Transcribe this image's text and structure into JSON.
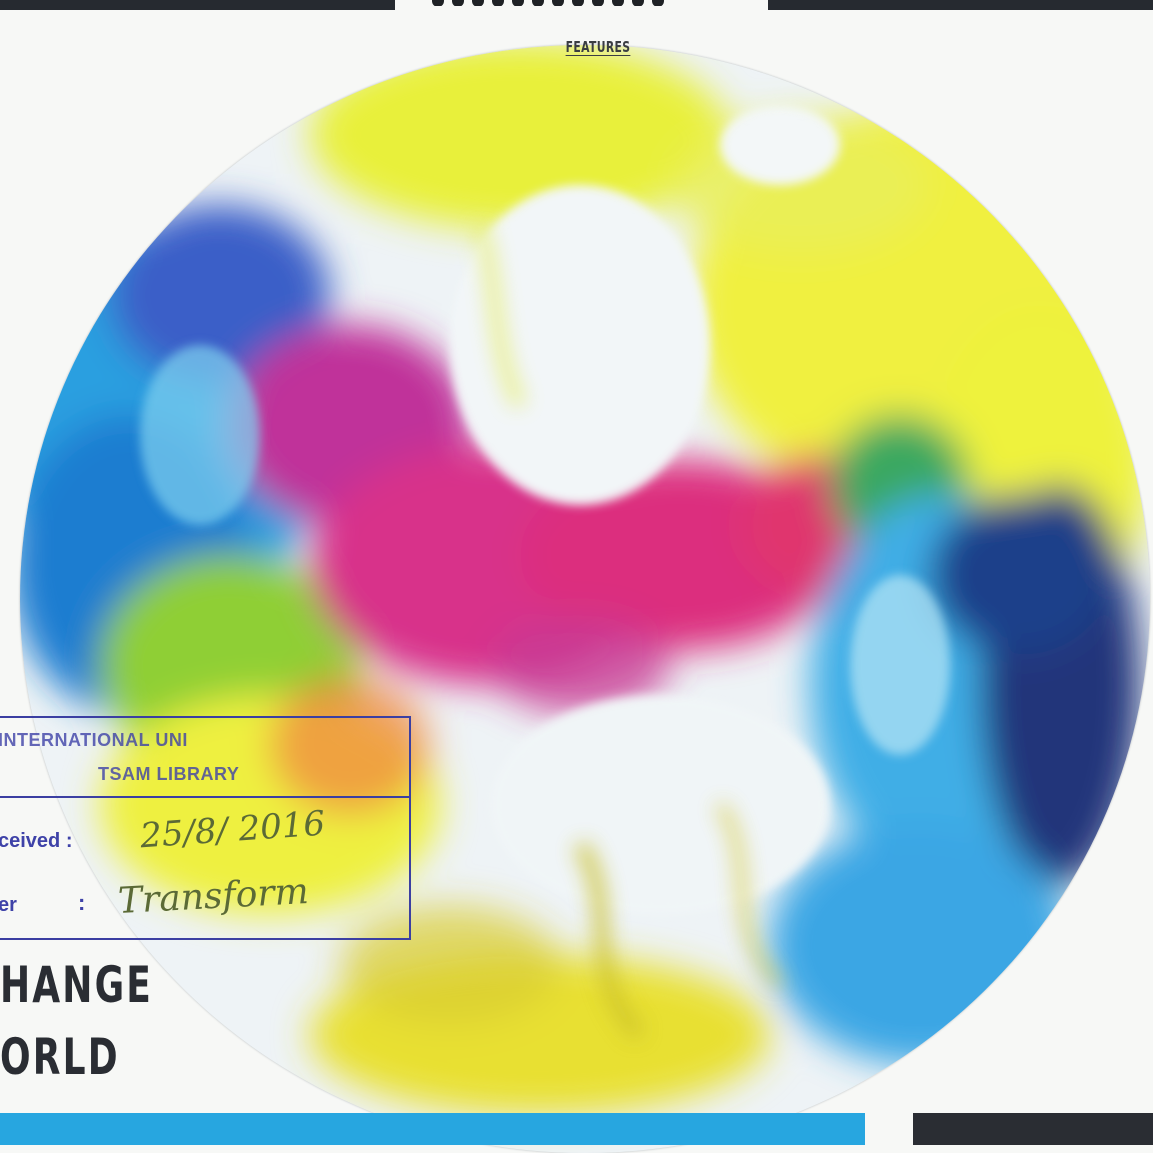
{
  "header": {
    "section_label": "FEATURES"
  },
  "stamp": {
    "institution": "INTERNATIONAL UNI",
    "library": "TSAM LIBRARY",
    "received_label": "ceived :",
    "received_value": "25/8/ 2016",
    "other_label": "er",
    "other_value": "Transform"
  },
  "headline": {
    "line1": "HANGE",
    "line2": "ORLD"
  },
  "colors": {
    "accent_blue": "#27a6e0",
    "dark_bar": "#2a2d33",
    "stamp_ink": "#3b3fa2"
  },
  "image": {
    "subject": "ink-in-water-dish-illustration"
  }
}
